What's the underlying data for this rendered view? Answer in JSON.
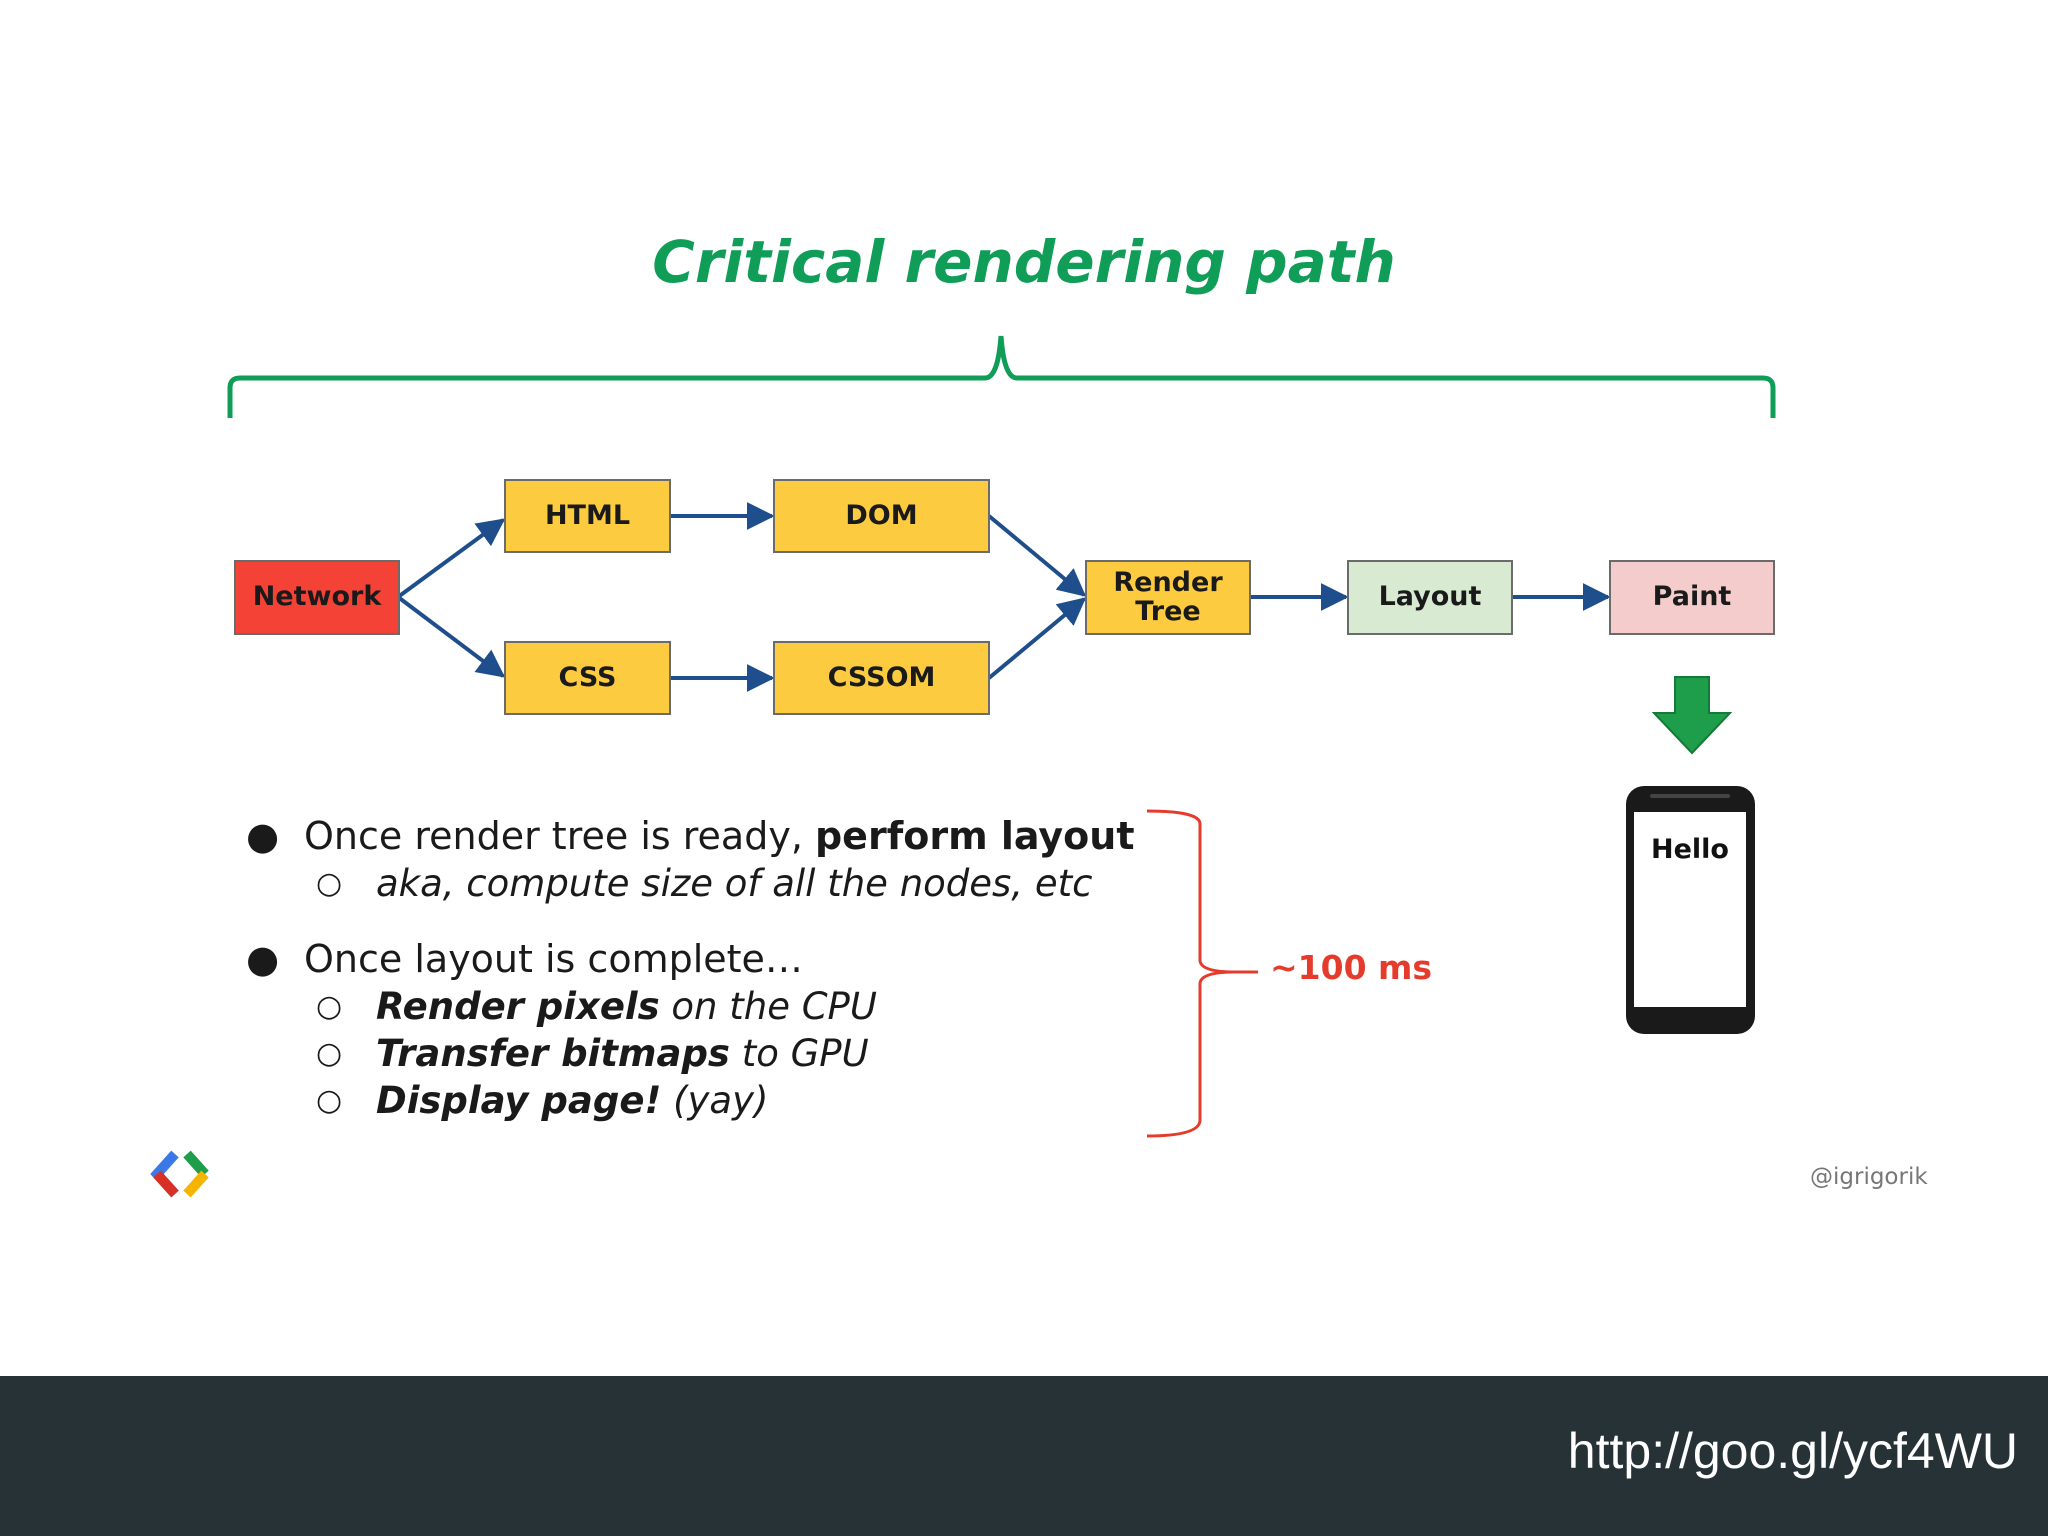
{
  "title": "Critical rendering path",
  "nodes": {
    "network": {
      "label": "Network",
      "color": "#f44336"
    },
    "html": {
      "label": "HTML",
      "color": "#fdcb3f"
    },
    "dom": {
      "label": "DOM",
      "color": "#fdcb3f"
    },
    "css": {
      "label": "CSS",
      "color": "#fdcb3f"
    },
    "cssom": {
      "label": "CSSOM",
      "color": "#fdcb3f"
    },
    "render_tree": {
      "label": "Render\nTree",
      "color": "#fdcb3f"
    },
    "layout": {
      "label": "Layout",
      "color": "#d9ead3"
    },
    "paint": {
      "label": "Paint",
      "color": "#f4cccc"
    }
  },
  "bullets": {
    "b1_text": "Once render tree is ready, ",
    "b1_bold": "perform layout",
    "b1_sub": "aka, compute size of all the nodes, etc",
    "b2_text": "Once layout is complete…",
    "b2_sub1_bold": "Render pixels",
    "b2_sub1_text": " on the CPU",
    "b2_sub2_bold": "Transfer bitmaps",
    "b2_sub2_text": " to GPU",
    "b2_sub3_bold": "Display page!",
    "b2_sub3_text": " (yay)"
  },
  "timing_label": "~100 ms",
  "phone_screen_text": "Hello",
  "author_handle": "@igrigorik",
  "footer_url": "http://goo.gl/ycf4WU",
  "colors": {
    "title_green": "#0f9d58",
    "arrow_blue": "#1f4e8c",
    "timing_red": "#e53b2d",
    "footer_bg": "#263236"
  },
  "icons": [
    "google-developers-logo-icon",
    "down-arrow-icon",
    "phone-icon"
  ]
}
